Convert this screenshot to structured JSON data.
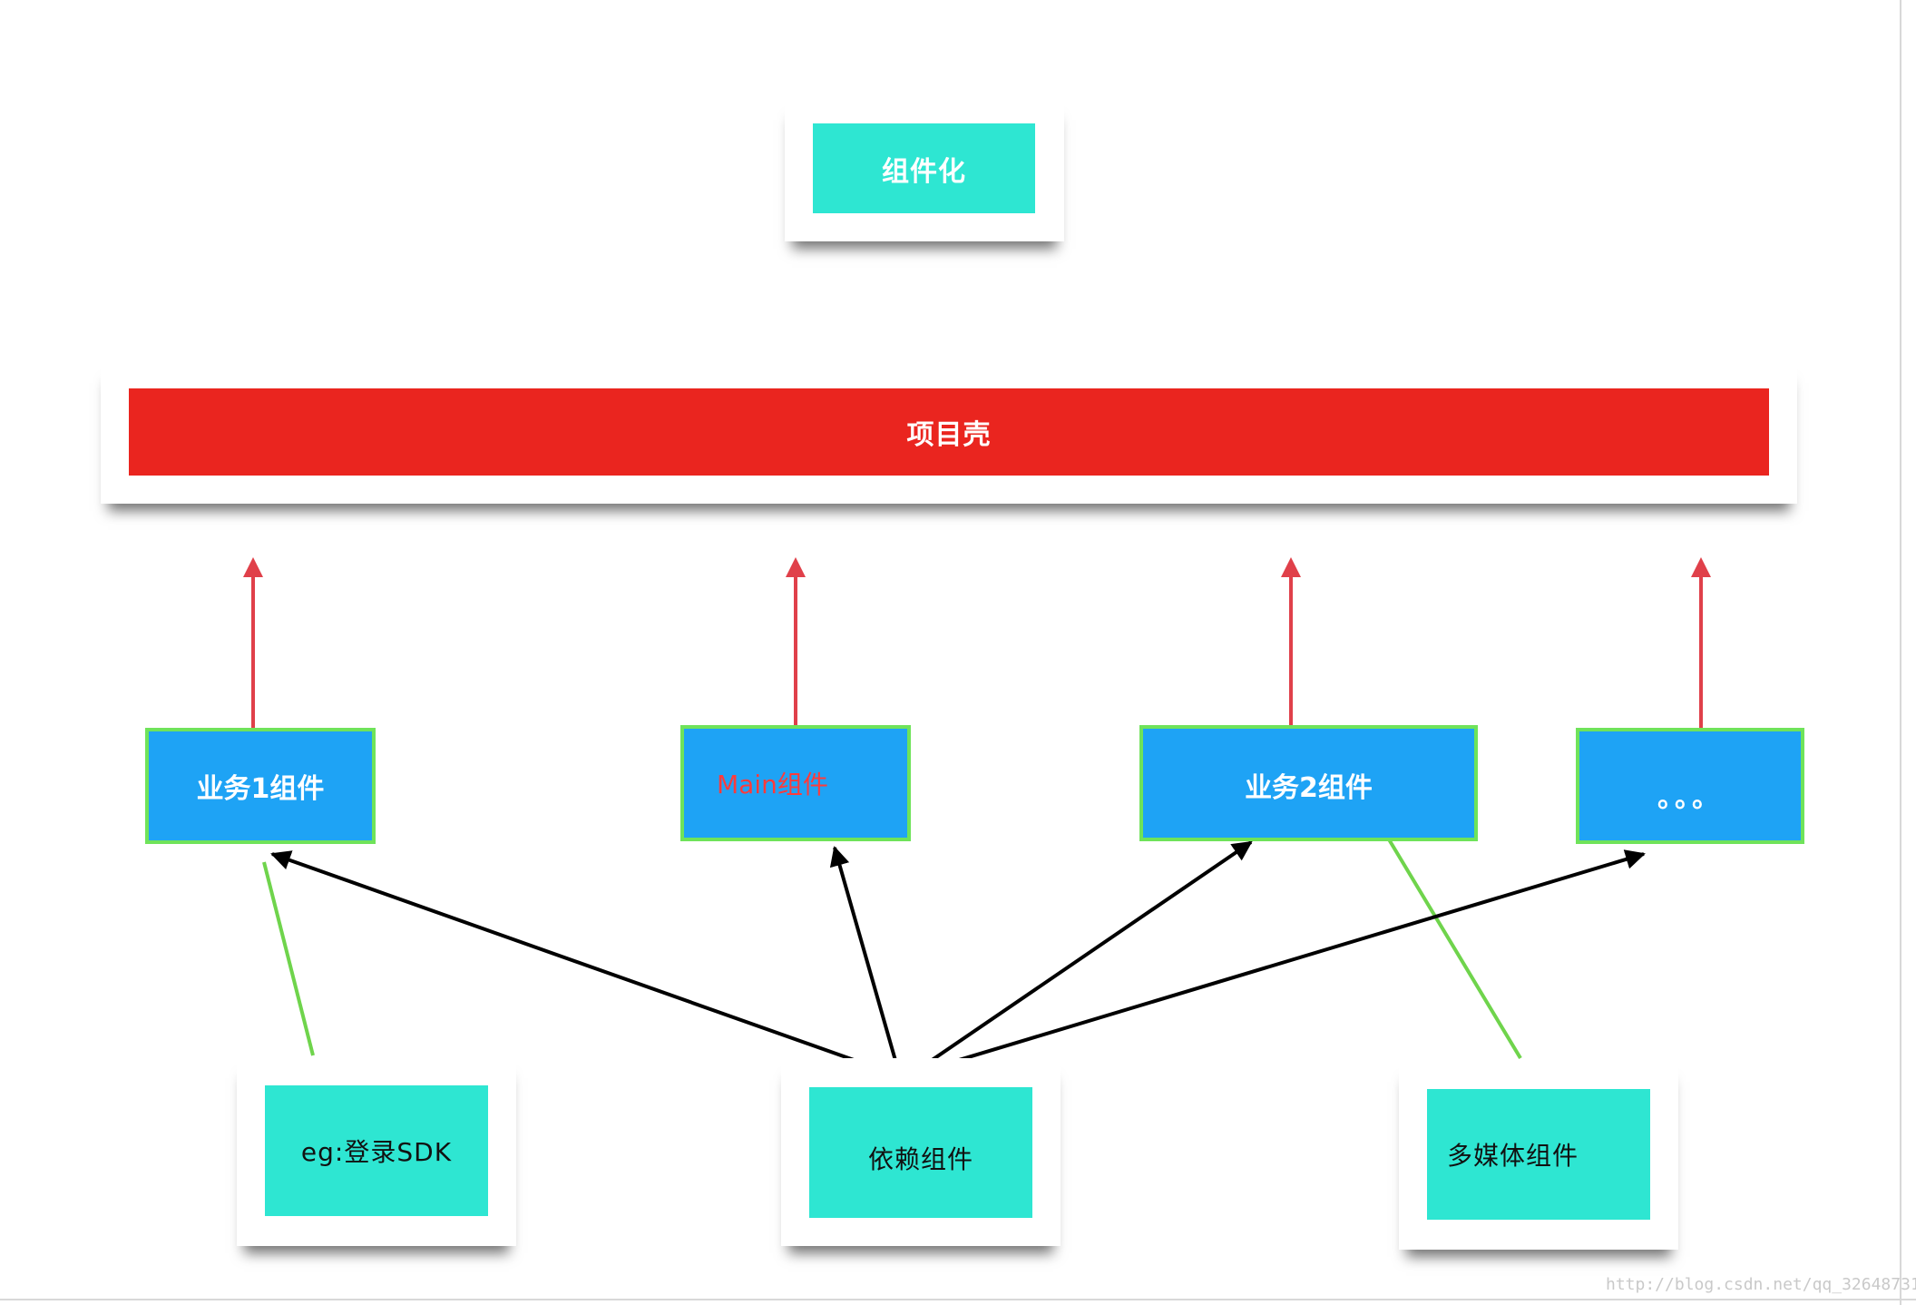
{
  "diagram": {
    "top": {
      "label": "组件化"
    },
    "shell": {
      "label": "项目壳"
    },
    "components": [
      {
        "label": "业务1组件"
      },
      {
        "label": "Main组件"
      },
      {
        "label": "业务2组件"
      },
      {
        "label": "。。。"
      }
    ],
    "libraries": [
      {
        "label": "eg:登录SDK"
      },
      {
        "label": "依赖组件"
      },
      {
        "label": "多媒体组件"
      }
    ],
    "colors": {
      "teal": "#2ee6d2",
      "shell_red": "#ea251f",
      "component_blue": "#1ea3f5",
      "component_border": "#6fe35a",
      "arrow_red": "#e0404a",
      "arrow_black": "#000000",
      "link_green": "#6fd44c",
      "main_label": "#ff3b3b"
    }
  },
  "watermark": "http://blog.csdn.net/qq_32648731"
}
